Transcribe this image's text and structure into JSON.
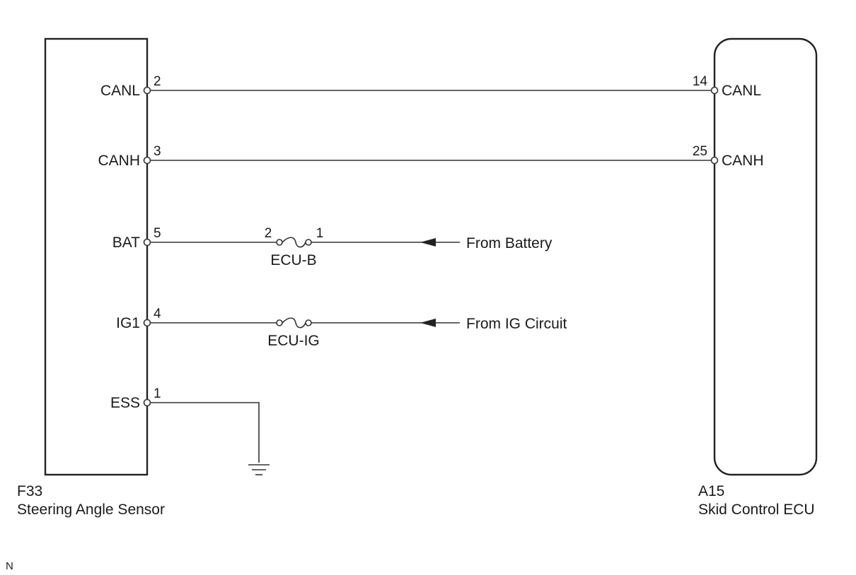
{
  "left_component": {
    "code": "F33",
    "name": "Steering Angle Sensor",
    "terminals": [
      {
        "label": "CANL",
        "pin": "2"
      },
      {
        "label": "CANH",
        "pin": "3"
      },
      {
        "label": "BAT",
        "pin": "5"
      },
      {
        "label": "IG1",
        "pin": "4"
      },
      {
        "label": "ESS",
        "pin": "1"
      }
    ]
  },
  "right_component": {
    "code": "A15",
    "name": "Skid Control ECU",
    "terminals": [
      {
        "label": "CANL",
        "pin": "14"
      },
      {
        "label": "CANH",
        "pin": "25"
      }
    ]
  },
  "fuses": [
    {
      "name": "ECU-B",
      "pin_left": "2",
      "pin_right": "1"
    },
    {
      "name": "ECU-IG",
      "pin_left": "",
      "pin_right": ""
    }
  ],
  "sources": [
    {
      "text": "From Battery"
    },
    {
      "text": "From IG Circuit"
    }
  ],
  "footer_mark": "N"
}
